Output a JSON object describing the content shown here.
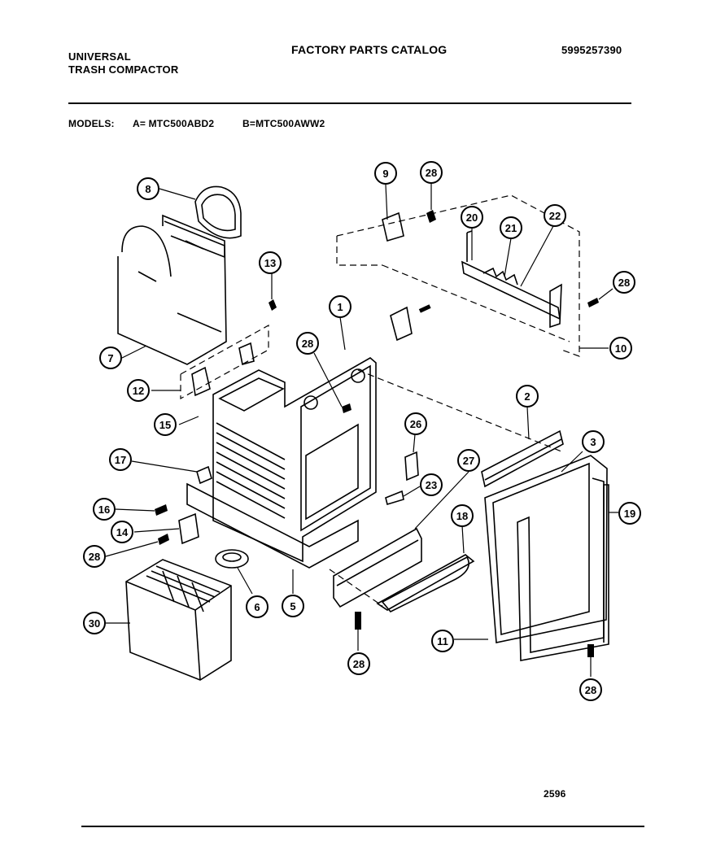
{
  "header": {
    "brand_line1": "UNIVERSAL",
    "brand_line2": "TRASH COMPACTOR",
    "catalog_title": "FACTORY PARTS CATALOG",
    "catalog_number": "5995257390"
  },
  "models": {
    "label": "MODELS:",
    "model_a": "A= MTC500ABD2",
    "model_b": "B=MTC500AWW2"
  },
  "callouts": [
    {
      "id": "c8",
      "label": "8"
    },
    {
      "id": "c9",
      "label": "9"
    },
    {
      "id": "c28a",
      "label": "28"
    },
    {
      "id": "c20",
      "label": "20"
    },
    {
      "id": "c21",
      "label": "21"
    },
    {
      "id": "c22",
      "label": "22"
    },
    {
      "id": "c28b",
      "label": "28"
    },
    {
      "id": "c13",
      "label": "13"
    },
    {
      "id": "c1",
      "label": "1"
    },
    {
      "id": "c7",
      "label": "7"
    },
    {
      "id": "c10",
      "label": "10"
    },
    {
      "id": "c28c",
      "label": "28"
    },
    {
      "id": "c12",
      "label": "12"
    },
    {
      "id": "c15",
      "label": "15"
    },
    {
      "id": "c2",
      "label": "2"
    },
    {
      "id": "c26",
      "label": "26"
    },
    {
      "id": "c3",
      "label": "3"
    },
    {
      "id": "c17",
      "label": "17"
    },
    {
      "id": "c27",
      "label": "27"
    },
    {
      "id": "c23",
      "label": "23"
    },
    {
      "id": "c16",
      "label": "16"
    },
    {
      "id": "c18",
      "label": "18"
    },
    {
      "id": "c19",
      "label": "19"
    },
    {
      "id": "c14",
      "label": "14"
    },
    {
      "id": "c28d",
      "label": "28"
    },
    {
      "id": "c6",
      "label": "6"
    },
    {
      "id": "c5",
      "label": "5"
    },
    {
      "id": "c30",
      "label": "30"
    },
    {
      "id": "c11",
      "label": "11"
    },
    {
      "id": "c28e",
      "label": "28"
    },
    {
      "id": "c28f",
      "label": "28"
    }
  ],
  "footer": {
    "page_code": "2596"
  }
}
